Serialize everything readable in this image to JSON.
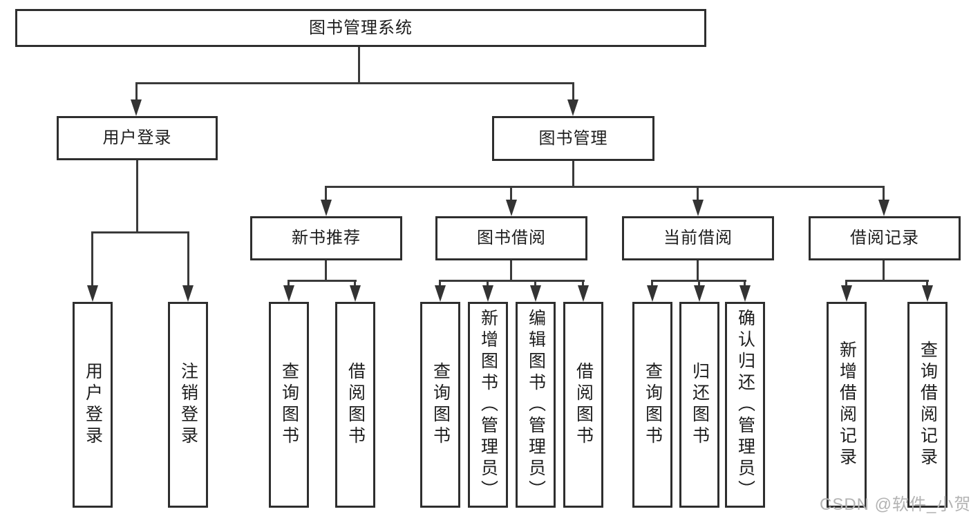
{
  "nodes": {
    "root": {
      "label": "图书管理系统"
    },
    "user_login": {
      "label": "用户登录"
    },
    "book_mgmt": {
      "label": "图书管理"
    },
    "new_books": {
      "label": "新书推荐"
    },
    "book_borrow": {
      "label": "图书借阅"
    },
    "current_borrow": {
      "label": "当前借阅"
    },
    "borrow_records": {
      "label": "借阅记录"
    },
    "leaves": {
      "user_login": [
        "用户登录",
        "注销登录"
      ],
      "new_books": [
        "查询图书",
        "借阅图书"
      ],
      "book_borrow": [
        "查询图书",
        "新增图书（管理员）",
        "编辑图书（管理员）",
        "借阅图书"
      ],
      "current_borrow": [
        "查询图书",
        "归还图书",
        "确认归还（管理员）"
      ],
      "borrow_records": [
        "新增借阅记录",
        "查询借阅记录"
      ]
    }
  },
  "watermark": {
    "text": "CSDN @软件_小贺同学",
    "color": "#b3b3b3"
  },
  "colors": {
    "line": "#3a3a3a",
    "border": "#2e2e2e",
    "text": "#1d1d1d",
    "arrow": "#333333",
    "background": "#ffffff"
  }
}
